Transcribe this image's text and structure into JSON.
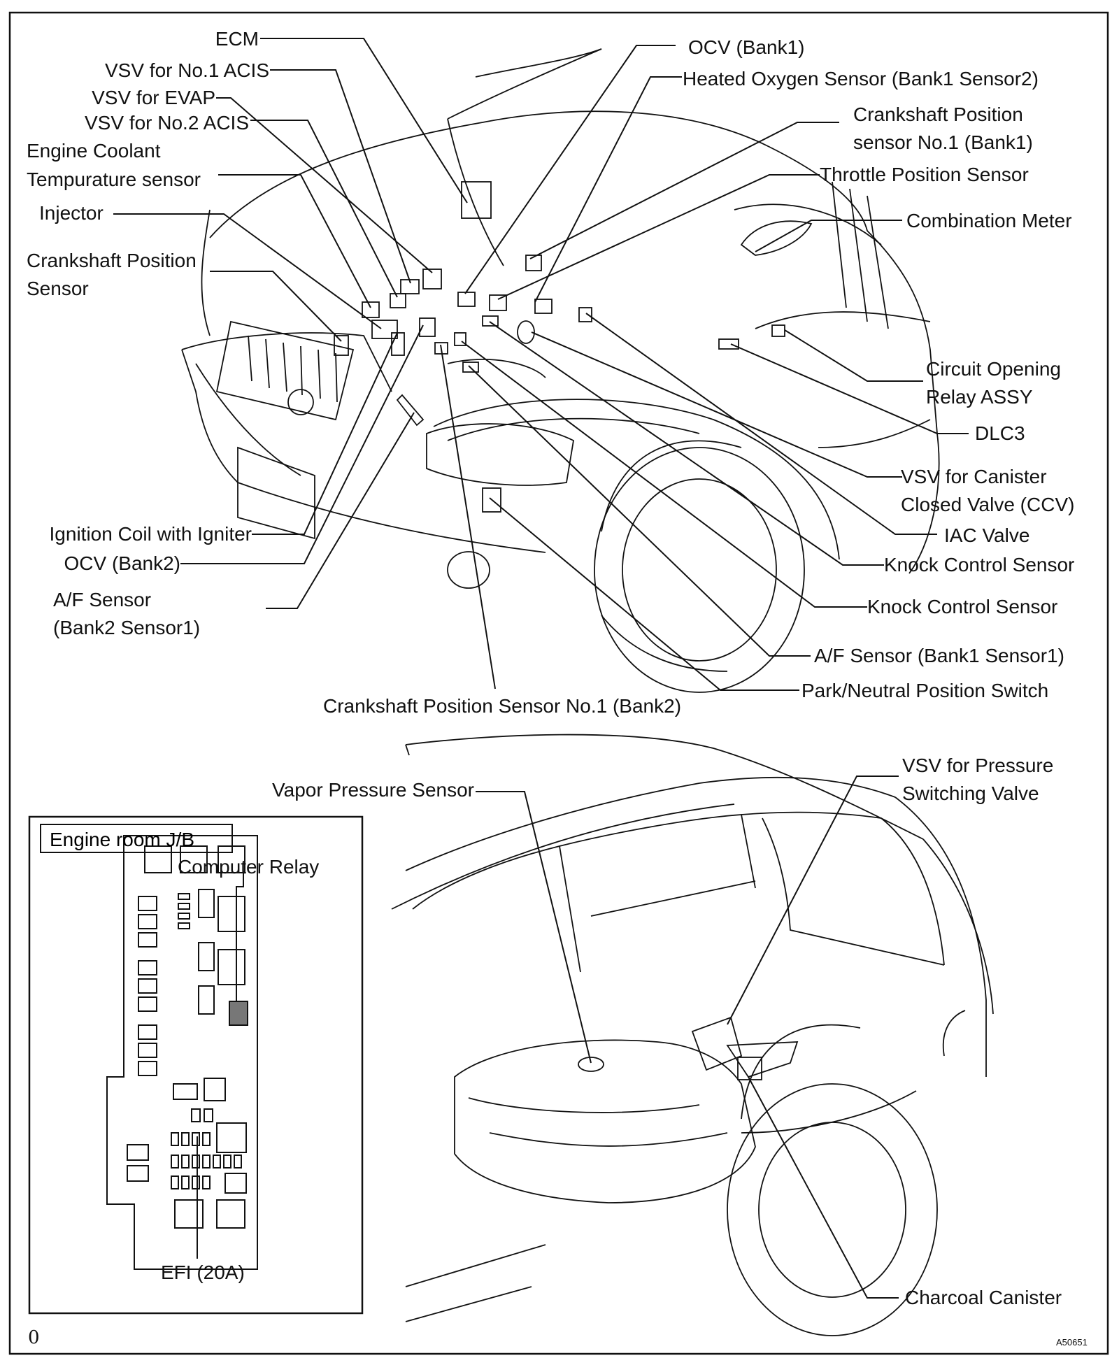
{
  "labels": {
    "ecm": "ECM",
    "vsv_acis1": "VSV for No.1 ACIS",
    "vsv_evap": "VSV for EVAP",
    "vsv_acis2": "VSV for No.2 ACIS",
    "ect_sensor": [
      "Engine Coolant",
      "Tempurature sensor"
    ],
    "injector": "Injector",
    "ckp_sensor": [
      "Crankshaft Position",
      "Sensor"
    ],
    "ocv_bank1": "OCV (Bank1)",
    "ho2_sensor": "Heated Oxygen Sensor (Bank1 Sensor2)",
    "ckp_no1_bank1": [
      "Crankshaft Position",
      "sensor No.1 (Bank1)"
    ],
    "tps": "Throttle Position Sensor",
    "combination_meter": "Combination Meter",
    "circuit_opening_relay": [
      "Circuit Opening",
      "Relay ASSY"
    ],
    "dlc3": "DLC3",
    "vsv_canister": [
      "VSV for Canister",
      "Closed Valve (CCV)"
    ],
    "iac_valve": "IAC Valve",
    "knock_sensor_1": "Knock Control Sensor",
    "knock_sensor_2": "Knock Control Sensor",
    "af_bank1": "A/F Sensor (Bank1 Sensor1)",
    "pnp_switch": "Park/Neutral Position Switch",
    "ignition_coil": "Ignition Coil with Igniter",
    "ocv_bank2": "OCV (Bank2)",
    "af_bank2": [
      "A/F Sensor",
      "(Bank2 Sensor1)"
    ],
    "ckp_no1_bank2": "Crankshaft Position Sensor No.1 (Bank2)",
    "vapor_pressure": "Vapor Pressure Sensor",
    "vsv_pressure": [
      "VSV for Pressure",
      "Switching Valve"
    ],
    "charcoal_canister": "Charcoal Canister"
  },
  "jb_box": {
    "title": "Engine room J/B",
    "computer_relay": "Computer Relay",
    "efi_fuse": "EFI (20A)"
  },
  "footer": {
    "left_mark": "0",
    "figure_code": "A50651"
  }
}
